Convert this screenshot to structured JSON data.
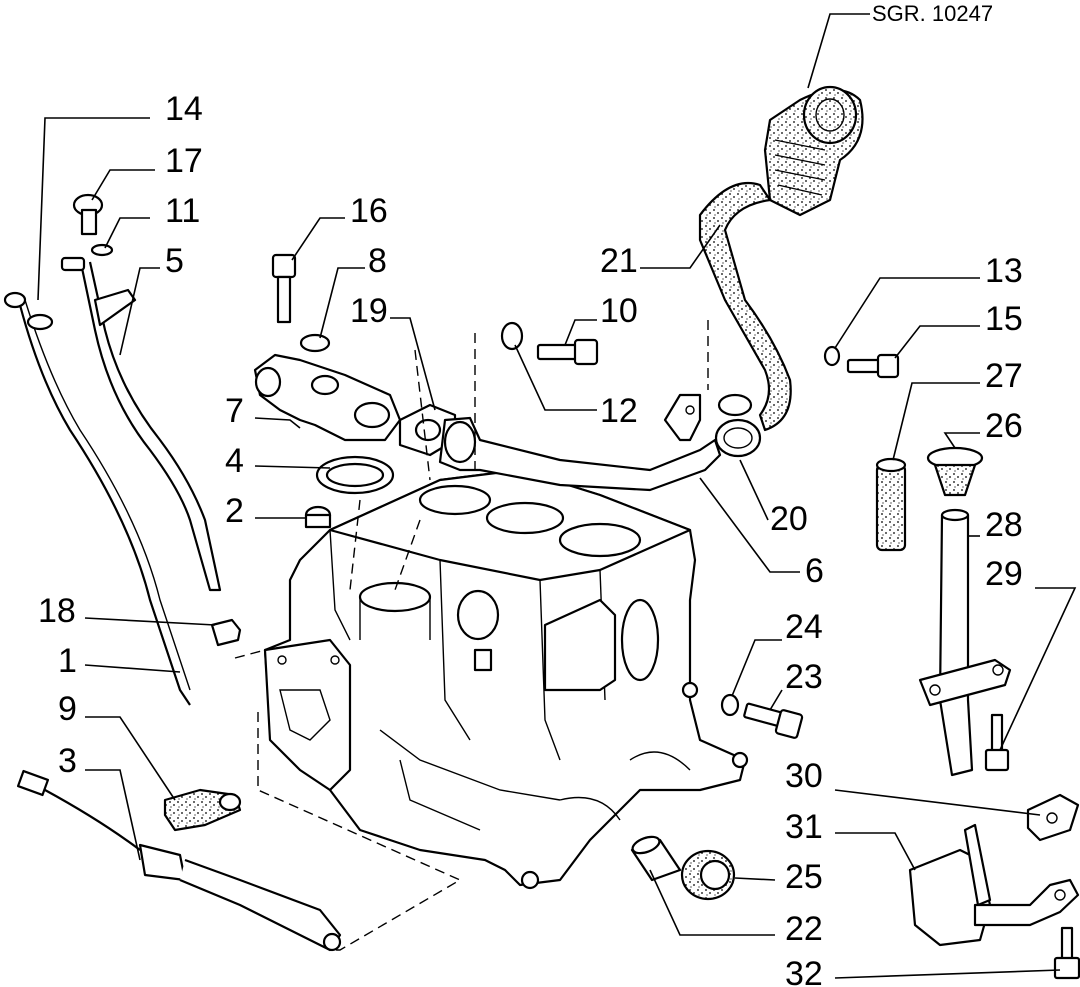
{
  "reference": "SGR. 10247",
  "callouts": [
    {
      "id": "c1",
      "text": "1"
    },
    {
      "id": "c2",
      "text": "2"
    },
    {
      "id": "c3",
      "text": "3"
    },
    {
      "id": "c4",
      "text": "4"
    },
    {
      "id": "c5",
      "text": "5"
    },
    {
      "id": "c6",
      "text": "6"
    },
    {
      "id": "c7",
      "text": "7"
    },
    {
      "id": "c8",
      "text": "8"
    },
    {
      "id": "c9",
      "text": "9"
    },
    {
      "id": "c10",
      "text": "10"
    },
    {
      "id": "c11",
      "text": "11"
    },
    {
      "id": "c12",
      "text": "12"
    },
    {
      "id": "c13",
      "text": "13"
    },
    {
      "id": "c14",
      "text": "14"
    },
    {
      "id": "c15",
      "text": "15"
    },
    {
      "id": "c16",
      "text": "16"
    },
    {
      "id": "c17",
      "text": "17"
    },
    {
      "id": "c18",
      "text": "18"
    },
    {
      "id": "c19",
      "text": "19"
    },
    {
      "id": "c20",
      "text": "20"
    },
    {
      "id": "c21",
      "text": "21"
    },
    {
      "id": "c22",
      "text": "22"
    },
    {
      "id": "c23",
      "text": "23"
    },
    {
      "id": "c24",
      "text": "24"
    },
    {
      "id": "c25",
      "text": "25"
    },
    {
      "id": "c26",
      "text": "26"
    },
    {
      "id": "c27",
      "text": "27"
    },
    {
      "id": "c28",
      "text": "28"
    },
    {
      "id": "c29",
      "text": "29"
    },
    {
      "id": "c30",
      "text": "30"
    },
    {
      "id": "c31",
      "text": "31"
    },
    {
      "id": "c32",
      "text": "32"
    }
  ]
}
